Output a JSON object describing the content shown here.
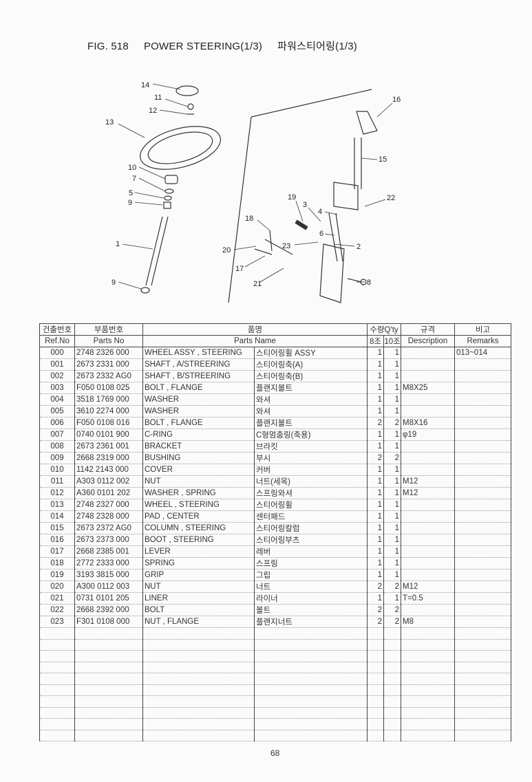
{
  "title": {
    "fig": "FIG. 518",
    "english": "POWER STEERING(1/3)",
    "korean": "파워스티어링(1/3)"
  },
  "diagram": {
    "callouts": [
      "14",
      "11",
      "12",
      "13",
      "10",
      "7",
      "5",
      "9",
      "1",
      "9",
      "16",
      "15",
      "22",
      "19",
      "3",
      "4",
      "18",
      "6",
      "23",
      "2",
      "20",
      "17",
      "21",
      "8"
    ]
  },
  "table": {
    "headers_ko": [
      "건출번호",
      "부품번호",
      "품명",
      "수량Q'ty",
      "규격",
      "비고"
    ],
    "headers_en": [
      "Ref.No",
      "Parts No",
      "Parts Name",
      "8조",
      "10조",
      "Description",
      "Remarks"
    ],
    "rows": [
      [
        "000",
        "2748 2326 000",
        "WHEEL ASSY , STEERING",
        "스티어링휠 ASSY",
        "1",
        "1",
        "",
        "013~014"
      ],
      [
        "001",
        "2673 2331 000",
        "SHAFT , A/STREERING",
        "스티어링축(A)",
        "1",
        "1",
        "",
        ""
      ],
      [
        "002",
        "2673 2332 AG0",
        "SHAFT , B/STREERING",
        "스티어링축(B)",
        "1",
        "1",
        "",
        ""
      ],
      [
        "003",
        "F050 0108 025",
        "BOLT , FLANGE",
        "플랜지볼트",
        "1",
        "1",
        "M8X25",
        ""
      ],
      [
        "004",
        "3518 1769 000",
        "WASHER",
        "와셔",
        "1",
        "1",
        "",
        ""
      ],
      [
        "005",
        "3610 2274 000",
        "WASHER",
        "와셔",
        "1",
        "1",
        "",
        ""
      ],
      [
        "006",
        "F050 0108 016",
        "BOLT , FLANGE",
        "플랜지볼트",
        "2",
        "2",
        "M8X16",
        ""
      ],
      [
        "007",
        "0740 0101 900",
        "C-RING",
        "C형멈춤링(축용)",
        "1",
        "1",
        "φ19",
        ""
      ],
      [
        "008",
        "2673 2361 001",
        "BRACKET",
        "브라킷",
        "1",
        "1",
        "",
        ""
      ],
      [
        "009",
        "2668 2319 000",
        "BUSHING",
        "부시",
        "2",
        "2",
        "",
        ""
      ],
      [
        "010",
        "1142 2143 000",
        "COVER",
        "커버",
        "1",
        "1",
        "",
        ""
      ],
      [
        "011",
        "A303 0112 002",
        "NUT",
        "너트(세목)",
        "1",
        "1",
        "M12",
        ""
      ],
      [
        "012",
        "A360 0101 202",
        "WASHER , SPRING",
        "스프링와셔",
        "1",
        "1",
        "M12",
        ""
      ],
      [
        "013",
        "2748 2327 000",
        "WHEEL , STEERING",
        "스티어링휠",
        "1",
        "1",
        "",
        ""
      ],
      [
        "014",
        "2748 2328 000",
        "PAD , CENTER",
        "센터패드",
        "1",
        "1",
        "",
        ""
      ],
      [
        "015",
        "2673 2372 AG0",
        "COLUMN , STEERING",
        "스티어링칼럼",
        "1",
        "1",
        "",
        ""
      ],
      [
        "016",
        "2673 2373 000",
        "BOOT , STEERING",
        "스티어링부츠",
        "1",
        "1",
        "",
        ""
      ],
      [
        "017",
        "2668 2385 001",
        "LEVER",
        "레버",
        "1",
        "1",
        "",
        ""
      ],
      [
        "018",
        "2772 2333 000",
        "SPRING",
        "스프링",
        "1",
        "1",
        "",
        ""
      ],
      [
        "019",
        "3193 3815 000",
        "GRIP",
        "그립",
        "1",
        "1",
        "",
        ""
      ],
      [
        "020",
        "A300 0112 003",
        "NUT",
        "너트",
        "2",
        "2",
        "M12",
        ""
      ],
      [
        "021",
        "0731 0101 205",
        "LINER",
        "라이너",
        "1",
        "1",
        "T=0.5",
        ""
      ],
      [
        "022",
        "2668 2392 000",
        "BOLT",
        "볼트",
        "2",
        "2",
        "",
        ""
      ],
      [
        "023",
        "F301 0108 000",
        "NUT , FLANGE",
        "플랜지너트",
        "2",
        "2",
        "M8",
        ""
      ]
    ]
  },
  "page_number": "68"
}
